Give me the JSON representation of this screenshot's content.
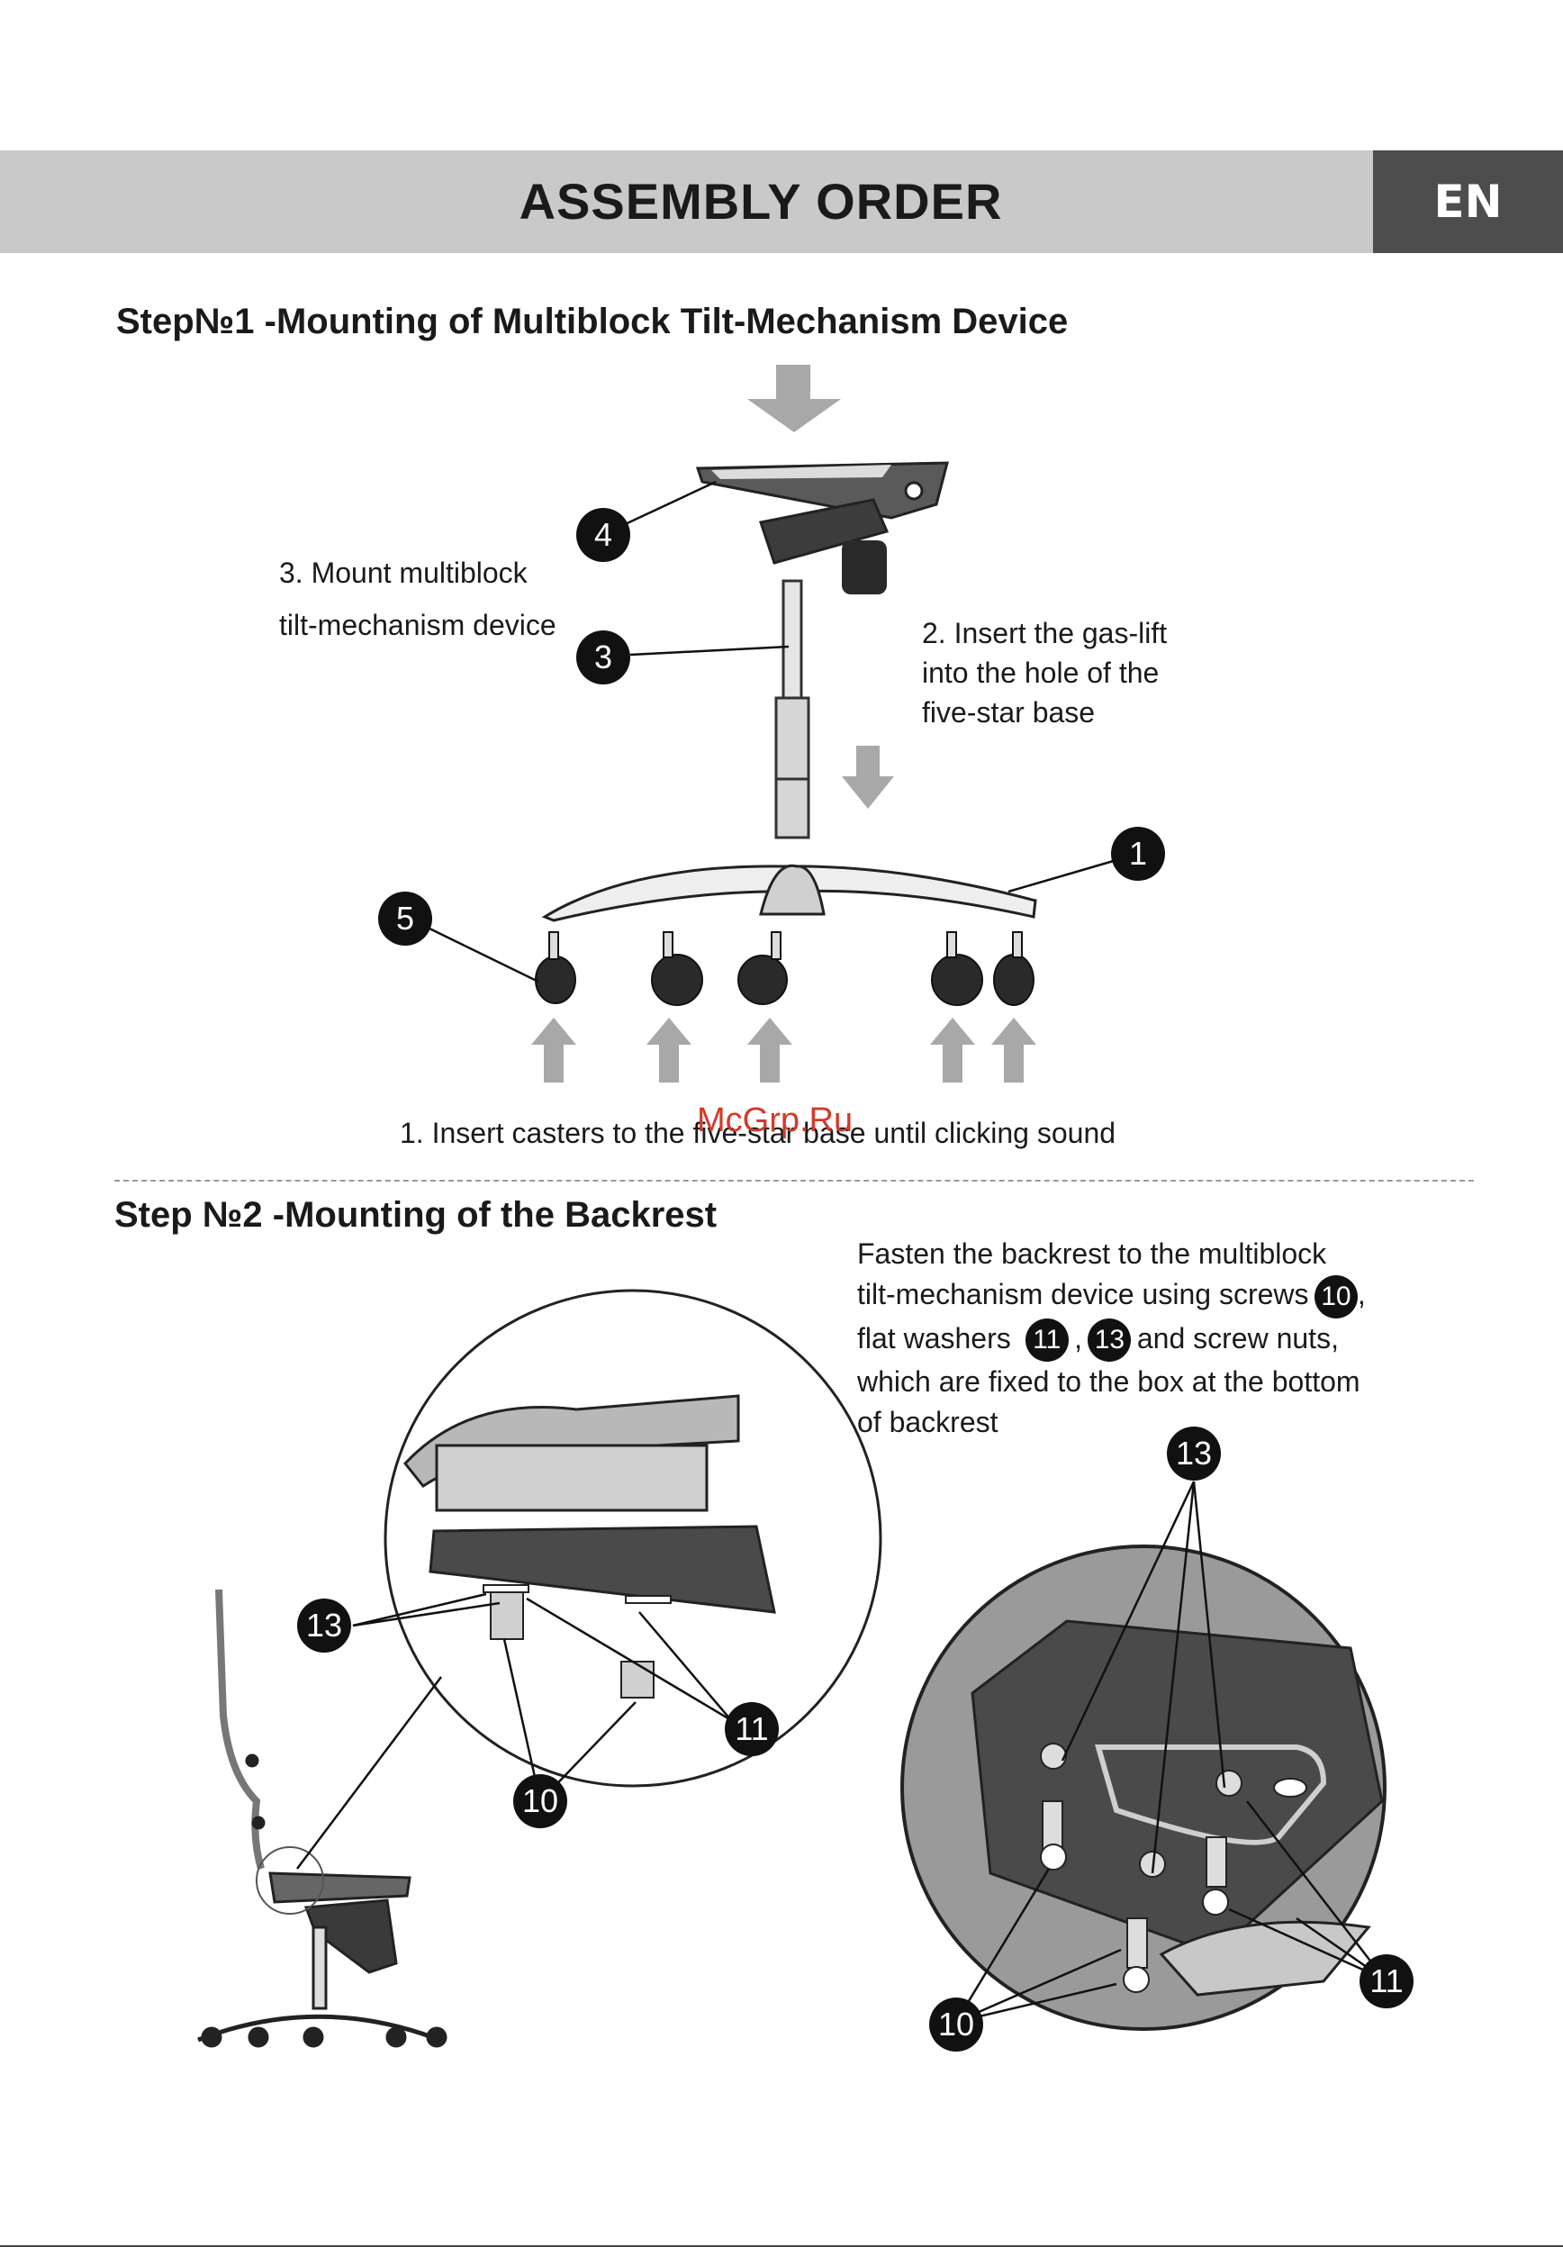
{
  "header": {
    "title": "ASSEMBLY ORDER",
    "lang": "EN"
  },
  "step1": {
    "title": "Step№1 -Mounting of Multiblock Tilt-Mechanism Device",
    "caption3_line1": "3. Mount multiblock",
    "caption3_line2": "tilt-mechanism device",
    "caption2_line1": "2. Insert the gas-lift",
    "caption2_line2": "into the hole of the",
    "caption2_line3": "five-star base",
    "caption1": "1. Insert casters to the five-star base until clicking sound",
    "callouts": [
      "4",
      "3",
      "1",
      "5"
    ]
  },
  "watermark": "McGrp.Ru",
  "step2": {
    "title": "Step №2 -Mounting of the Backrest",
    "text_line1": "Fasten the backrest to the multiblock",
    "text_line2": "tilt-mechanism device using screws",
    "text_num_10": "10",
    "text_comma1": ",",
    "text_line3": "flat washers",
    "text_num_11": "11",
    "text_comma2": ",",
    "text_num_13": "13",
    "text_line3_end": "and screw nuts,",
    "text_line4": "which are fixed to the box at the bottom",
    "text_line5": "of backrest",
    "left_callouts": {
      "c13": "13",
      "c11": "11",
      "c10": "10"
    },
    "right_callouts": {
      "c13": "13",
      "c11": "11",
      "c10": "10"
    }
  },
  "colors": {
    "header_band": "#c9c9c9",
    "lang_badge": "#4d4d4d",
    "arrow": "#a8a8a8",
    "callout": "#111111",
    "watermark": "#d33a2a"
  }
}
